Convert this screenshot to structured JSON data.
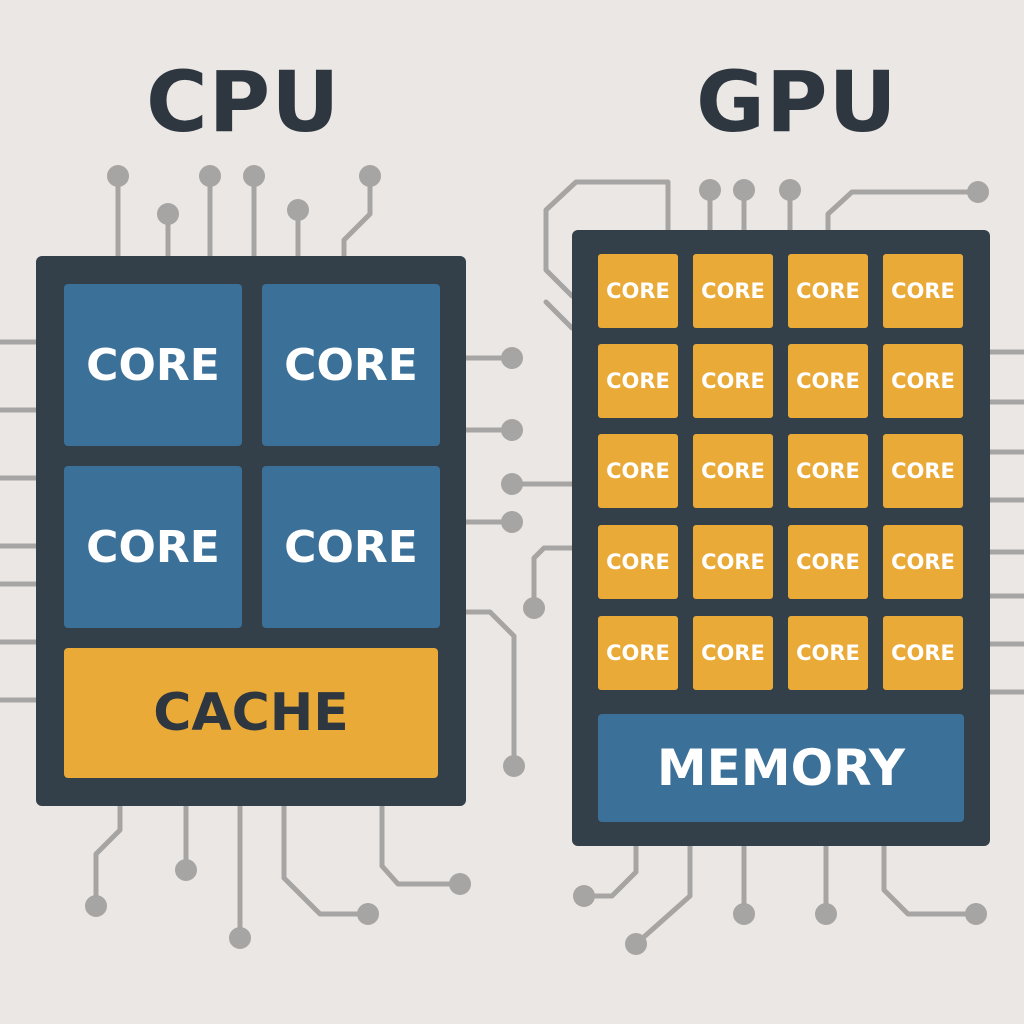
{
  "cpu": {
    "title": "CPU",
    "cores": [
      "CORE",
      "CORE",
      "CORE",
      "CORE"
    ],
    "cache_label": "CACHE"
  },
  "gpu": {
    "title": "GPU",
    "cores": [
      "CORE",
      "CORE",
      "CORE",
      "CORE",
      "CORE",
      "CORE",
      "CORE",
      "CORE",
      "CORE",
      "CORE",
      "CORE",
      "CORE",
      "CORE",
      "CORE",
      "CORE",
      "CORE",
      "CORE",
      "CORE",
      "CORE",
      "CORE"
    ],
    "memory_label": "MEMORY"
  },
  "colors": {
    "background": "#ebe7e4",
    "chip": "#333f49",
    "blue_block": "#3b7099",
    "amber_block": "#eaaa38",
    "trace": "#a7a5a3",
    "title_text": "#2e3740"
  }
}
